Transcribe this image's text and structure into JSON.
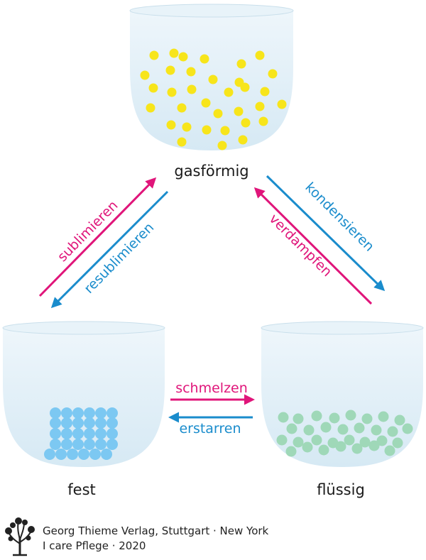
{
  "states": {
    "gas": "gasförmig",
    "solid": "fest",
    "liquid": "flüssig"
  },
  "processes": {
    "sublimieren": "sublimieren",
    "resublimieren": "resublimieren",
    "kondensieren": "kondensieren",
    "verdampfen": "verdampfen",
    "schmelzen": "schmelzen",
    "erstarren": "erstarren"
  },
  "footer": {
    "publisher": "Georg Thieme Verlag, Stuttgart · New York",
    "series": "I care Pflege · 2020"
  },
  "colors": {
    "magenta": "#e0157a",
    "blue": "#1a8ccc",
    "gas_particle": "#f7e51b",
    "solid_particle": "#7cc8f2",
    "liquid_particle": "#9fd8b8",
    "beaker_fill": "#dcedf6"
  },
  "icons": {
    "logo": "tree-logo-icon"
  }
}
